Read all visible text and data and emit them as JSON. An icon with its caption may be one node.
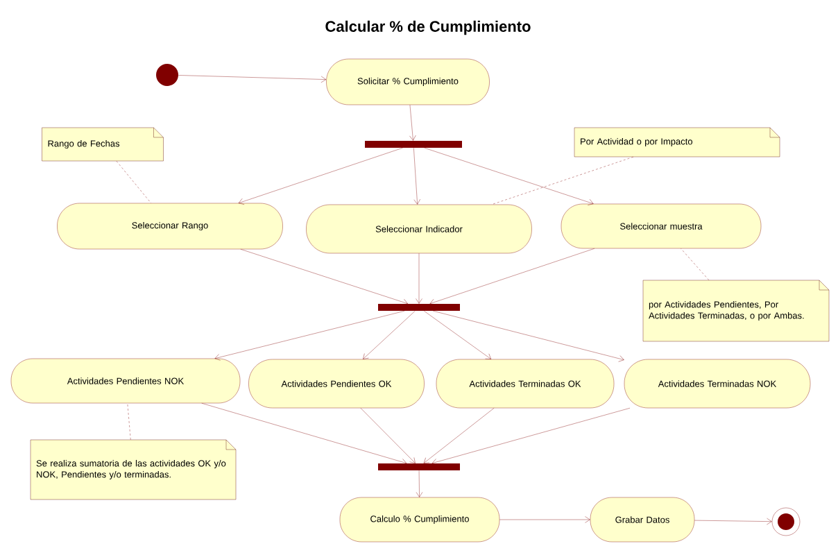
{
  "diagram": {
    "title": "Calcular % de Cumplimiento",
    "nodes": [
      {
        "text": [],
        "shape": "circle"
      },
      {
        "text": [
          "Solicitar % Cumplimiento"
        ]
      },
      {
        "text": [],
        "shape": "bar"
      },
      {
        "text": [
          "Rango de Fechas"
        ]
      },
      {
        "text": [
          "Por Actividad o por Impacto"
        ]
      },
      {
        "text": [
          "Seleccionar Rango"
        ]
      },
      {
        "text": [
          "Seleccionar Indicador"
        ]
      },
      {
        "text": [
          "Seleccionar muestra"
        ]
      },
      {
        "text": [],
        "shape": "bar"
      },
      {
        "text": [
          "por Actividades Pendientes, Por Actividades Terminadas, o por Ambas."
        ]
      },
      {
        "text": [
          "Actividades Pendientes NOK"
        ]
      },
      {
        "text": [
          "Actividades Pendientes OK"
        ]
      },
      {
        "text": [
          "Actividades Terminadas OK"
        ]
      },
      {
        "text": [
          "Actividades Terminadas NOK"
        ]
      },
      {
        "text": [
          "Se realiza sumatoria de las actividades OK y/o NOK, Pendientes y/o terminadas."
        ]
      },
      {
        "text": [],
        "shape": "bar"
      },
      {
        "text": [
          "Calculo % Cumplimiento"
        ]
      },
      {
        "text": [
          "Grabar Datos"
        ]
      },
      {
        "text": [],
        "shape": "bullseye"
      }
    ],
    "edges": [
      {
        "from": 0,
        "to": 1,
        "arrow": "to"
      },
      {
        "from": 1,
        "to": 2,
        "arrow": "to"
      },
      {
        "from": 2,
        "to": 5,
        "arrow": "to"
      },
      {
        "from": 2,
        "to": 6,
        "arrow": "to"
      },
      {
        "from": 2,
        "to": 7,
        "arrow": "to"
      },
      {
        "from": 3,
        "to": 5,
        "arrow": "none",
        "style": "dashed"
      },
      {
        "from": 4,
        "to": 6,
        "arrow": "none",
        "style": "dashed"
      },
      {
        "from": 5,
        "to": 8,
        "arrow": "to"
      },
      {
        "from": 6,
        "to": 8,
        "arrow": "to"
      },
      {
        "from": 7,
        "to": 8,
        "arrow": "to"
      },
      {
        "from": 9,
        "to": 7,
        "arrow": "none",
        "style": "dashed"
      },
      {
        "from": 8,
        "to": 10,
        "arrow": "to"
      },
      {
        "from": 8,
        "to": 11,
        "arrow": "to"
      },
      {
        "from": 8,
        "to": 12,
        "arrow": "to"
      },
      {
        "from": 8,
        "to": 13,
        "arrow": "to"
      },
      {
        "from": 14,
        "to": 10,
        "arrow": "none",
        "style": "dashed"
      },
      {
        "from": 10,
        "to": 15,
        "arrow": "to"
      },
      {
        "from": 11,
        "to": 15,
        "arrow": "to"
      },
      {
        "from": 12,
        "to": 15,
        "arrow": "to"
      },
      {
        "from": 13,
        "to": 15,
        "arrow": "to"
      },
      {
        "from": 15,
        "to": 16,
        "arrow": "to"
      },
      {
        "from": 16,
        "to": 17,
        "arrow": "to"
      },
      {
        "from": 17,
        "to": 18,
        "arrow": "to"
      }
    ]
  }
}
